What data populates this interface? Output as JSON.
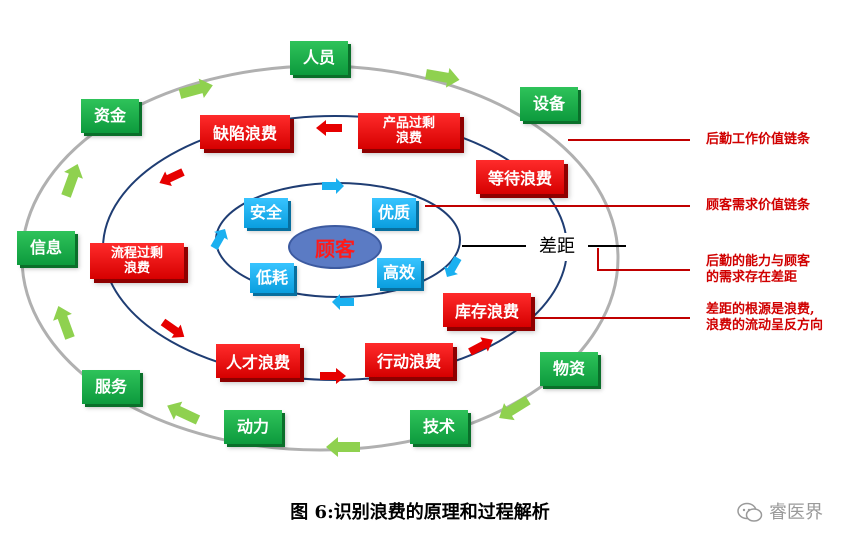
{
  "outer_ring": {
    "items": [
      "人员",
      "设备",
      "物资",
      "技术",
      "动力",
      "服务",
      "信息",
      "资金"
    ]
  },
  "waste_ring": {
    "items": [
      "缺陷浪费",
      "产品过剩浪费",
      "等待浪费",
      "库存浪费",
      "行动浪费",
      "人才浪费",
      "流程过剩浪费"
    ],
    "product_excess": [
      "产品过剩",
      "浪费"
    ],
    "process_excess": [
      "流程过剩",
      "浪费"
    ]
  },
  "inner_ring": {
    "items": [
      "安全",
      "优质",
      "高效",
      "低耗"
    ]
  },
  "center": "顾客",
  "gap_label": "差距",
  "annotations": [
    [
      "后勤工作价值链条"
    ],
    [
      "顾客需求价值链条"
    ],
    [
      "后勤的能力与顾客",
      "的需求存在差距"
    ],
    [
      "差距的根源是浪费,",
      "浪费的流动呈反方向"
    ]
  ],
  "caption": "图 6:识别浪费的原理和过程解析",
  "watermark": "睿医界",
  "colors": {
    "outer_ring": "#b0b0b0",
    "middle_ring": "#1f3d73",
    "inner_ring": "#1f3d73",
    "green_box": "#16a847",
    "red_box": "#e80000",
    "blue_box": "#1ab0f0",
    "green_arrow": "#8fd14f",
    "red_arrow": "#e60000",
    "blue_arrow": "#1ab0f0",
    "note_text": "#d00000"
  }
}
